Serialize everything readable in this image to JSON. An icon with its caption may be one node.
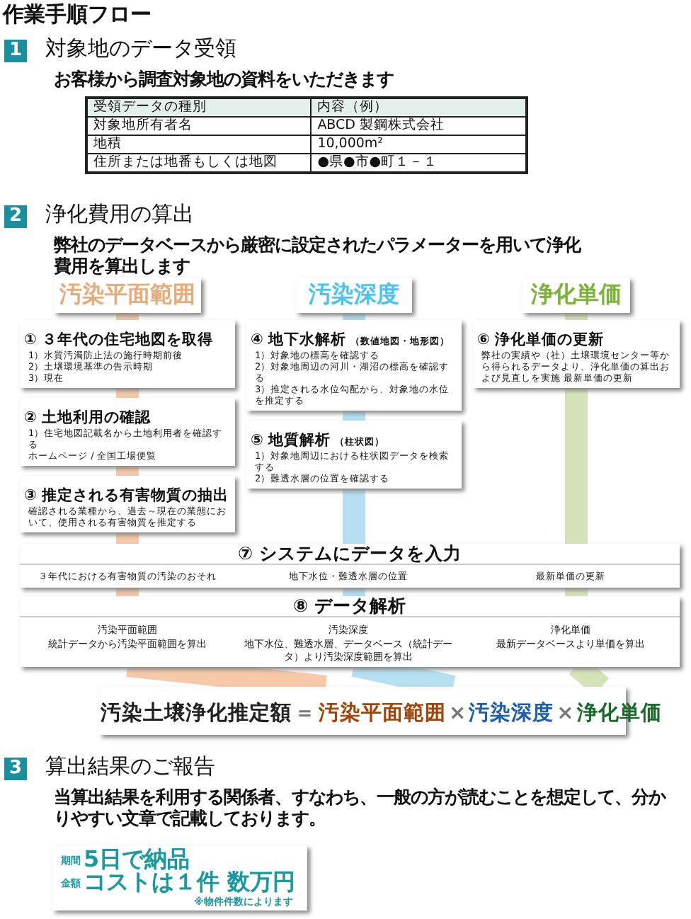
{
  "diagram": {
    "title": "作業手順フロー",
    "nodes": [
      {
        "text": [
          "汚染平面範囲"
        ]
      },
      {
        "text": [
          "汚染深度"
        ]
      },
      {
        "text": [
          "浄化単価"
        ]
      },
      {
        "text": [
          "① ３年代の住宅地図を取得",
          "1）水質汚濁防止法の施行時期前後",
          "2）土壌環境基準の告示時期",
          "3）現在"
        ]
      },
      {
        "text": [
          "② 土地利用の確認",
          "1）住宅地図記載名から土地利用者を確認する",
          "ホームページ / 全国工場便覧"
        ]
      },
      {
        "text": [
          "③ 推定される有害物質の抽出",
          "確認される業種から、過去～現在の業態において、使用される有害物質を推定する"
        ]
      },
      {
        "text": [
          "④ 地下水解析",
          "（数値地図・地形図）",
          "1）対象地の標高を確認する",
          "2）対象地周辺の河川・湖沼の標高を確認する",
          "3）推定される水位勾配から、対象地の水位を推定する"
        ]
      },
      {
        "text": [
          "⑤ 地質解析",
          "（柱状図）",
          "1）対象地周辺における柱状図データを検索する",
          "2）難透水層の位置を確認する"
        ]
      },
      {
        "text": [
          "⑥ 浄化単価の更新",
          "弊社の実績や（社）土壌環境センター等から得られるデータより、浄化単価の算出および見直しを実施 最新単価の更新"
        ]
      },
      {
        "text": [
          "⑦ システムにデータを入力"
        ]
      },
      {
        "text": [
          "３年代における有害物質の汚染のおそれ"
        ],
        "in": 9
      },
      {
        "text": [
          "地下水位・難透水層の位置"
        ],
        "in": 9
      },
      {
        "text": [
          "最新単価の更新"
        ],
        "in": 9
      },
      {
        "text": [
          "⑧ データ解析"
        ]
      },
      {
        "text": [
          "汚染平面範囲",
          "統計データから汚染平面範囲を算出"
        ],
        "in": 13
      },
      {
        "text": [
          "汚染深度",
          "地下水位、難透水層、データベース（統計データ）より汚染深度範囲を算出"
        ],
        "in": 13
      },
      {
        "text": [
          "浄化単価",
          "最新データベースより単価を算出"
        ],
        "in": 13
      },
      {
        "text": [
          "汚染土壌浄化推定額",
          "＝",
          "汚染平面範囲",
          "×",
          "汚染深度",
          "×",
          "浄化単価"
        ]
      },
      {
        "text": [
          "期間",
          "5日で納品",
          "金額",
          "コストは１件 数万円",
          "※物件件数によります"
        ]
      }
    ],
    "edges": [
      {
        "from": 0,
        "to": 3,
        "arrow": "none",
        "color": "#f6c9a8"
      },
      {
        "from": 3,
        "to": 4,
        "arrow": "none",
        "color": "#f6c9a8"
      },
      {
        "from": 4,
        "to": 5,
        "arrow": "none",
        "color": "#f6c9a8"
      },
      {
        "from": 5,
        "to": 10,
        "arrow": "none",
        "color": "#f6c9a8"
      },
      {
        "from": 10,
        "to": 14,
        "arrow": "none",
        "color": "#f6c9a8"
      },
      {
        "from": 14,
        "to": 17,
        "arrow": "none",
        "color": "#f6c9a8"
      },
      {
        "from": 1,
        "to": 6,
        "arrow": "none",
        "color": "#b4e0f2"
      },
      {
        "from": 6,
        "to": 7,
        "arrow": "none",
        "color": "#b4e0f2"
      },
      {
        "from": 7,
        "to": 11,
        "arrow": "none",
        "color": "#b4e0f2"
      },
      {
        "from": 11,
        "to": 15,
        "arrow": "none",
        "color": "#b4e0f2"
      },
      {
        "from": 15,
        "to": 17,
        "arrow": "none",
        "color": "#b4e0f2"
      },
      {
        "from": 2,
        "to": 8,
        "arrow": "none",
        "color": "#d5e4b8"
      },
      {
        "from": 8,
        "to": 12,
        "arrow": "none",
        "color": "#d5e4b8"
      },
      {
        "from": 12,
        "to": 16,
        "arrow": "none",
        "color": "#d5e4b8"
      },
      {
        "from": 16,
        "to": 17,
        "arrow": "none",
        "color": "#d5e4b8"
      }
    ],
    "labels": [
      "1",
      "対象地のデータ受領",
      "お客様から調査対象地の資料をいただきます",
      "受領データの種別",
      "内容（例）",
      "対象地所有者名",
      "ABCD 製鋼株式会社",
      "地積",
      "10,000m²",
      "住所または地番もしくは地図",
      "●県●市●町１－１",
      "2",
      "浄化費用の算出",
      "弊社のデータベースから厳密に設定されたパラメーターを用いて浄化費用を算出します",
      "3",
      "算出結果のご報告",
      "当算出結果を利用する関係者、すなわち、一般の方が読むことを想定して、分かりやすい文章で記載しております。"
    ]
  }
}
